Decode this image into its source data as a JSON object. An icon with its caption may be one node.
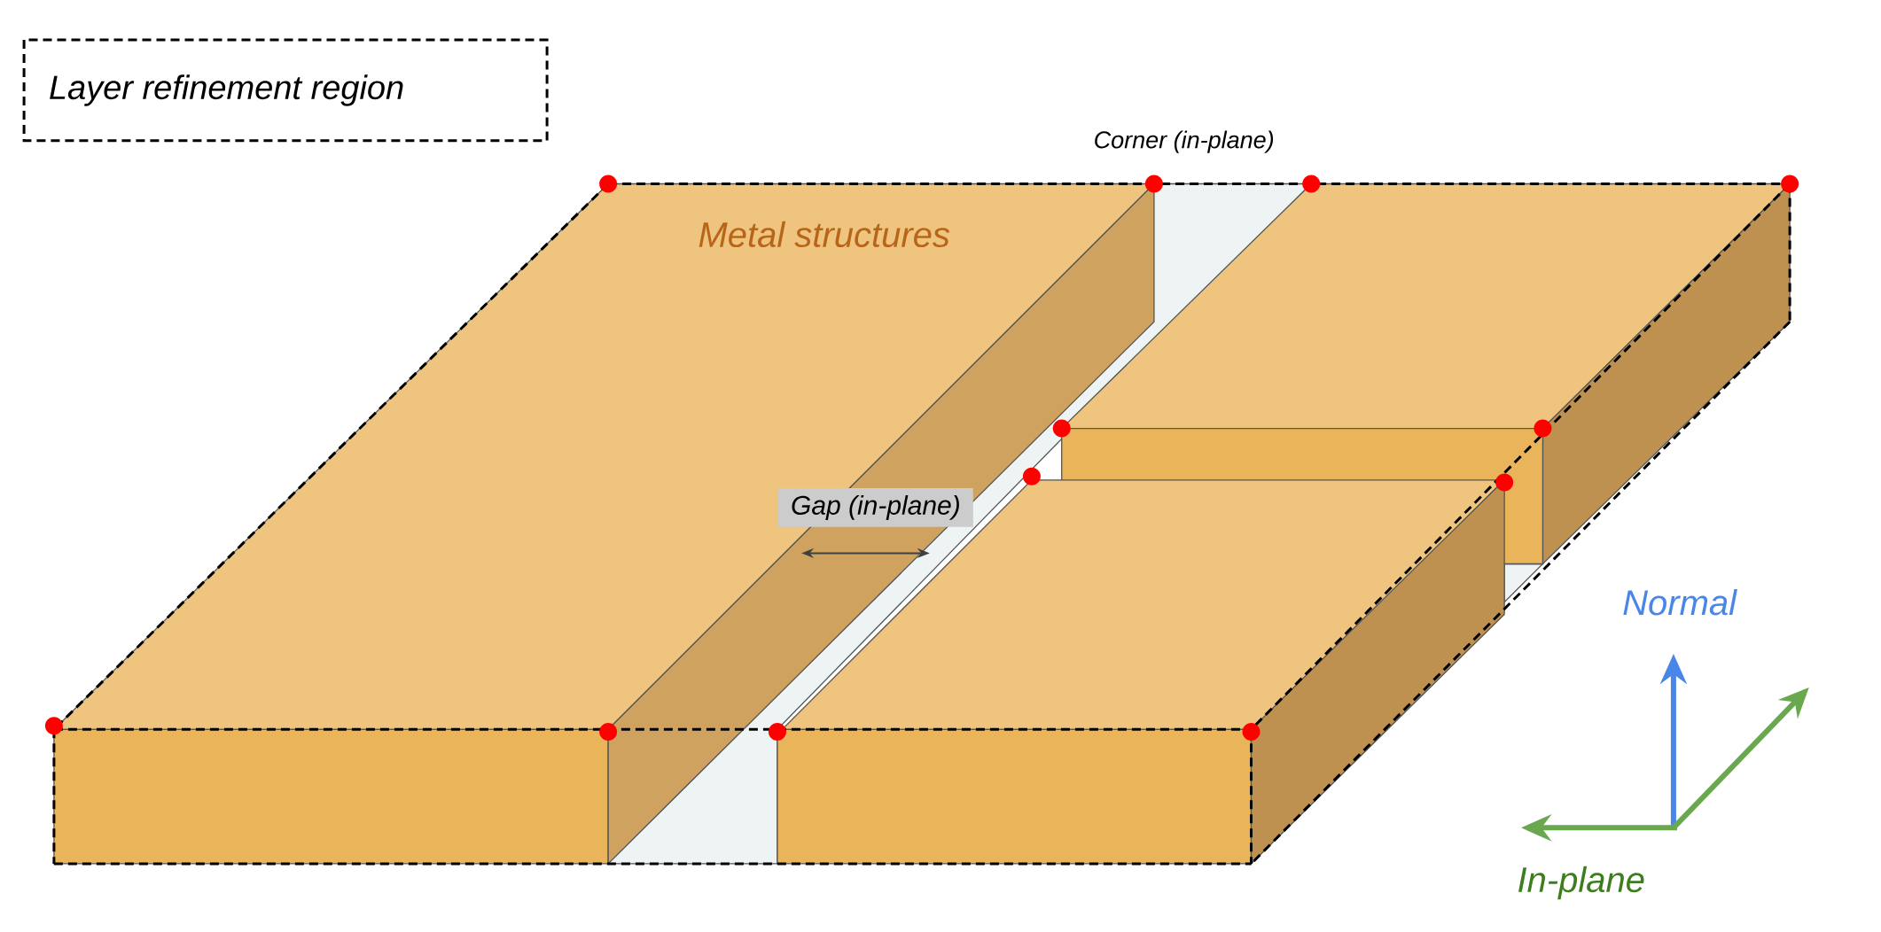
{
  "diagram": {
    "nodes": [
      {
        "text": [
          "Gap (in-plane)"
        ]
      }
    ],
    "labels": [
      "Corner (in-plane)",
      "Metal structures",
      "Normal",
      "In-plane"
    ],
    "legend": [
      {
        "text": "Layer refinement region"
      }
    ]
  }
}
